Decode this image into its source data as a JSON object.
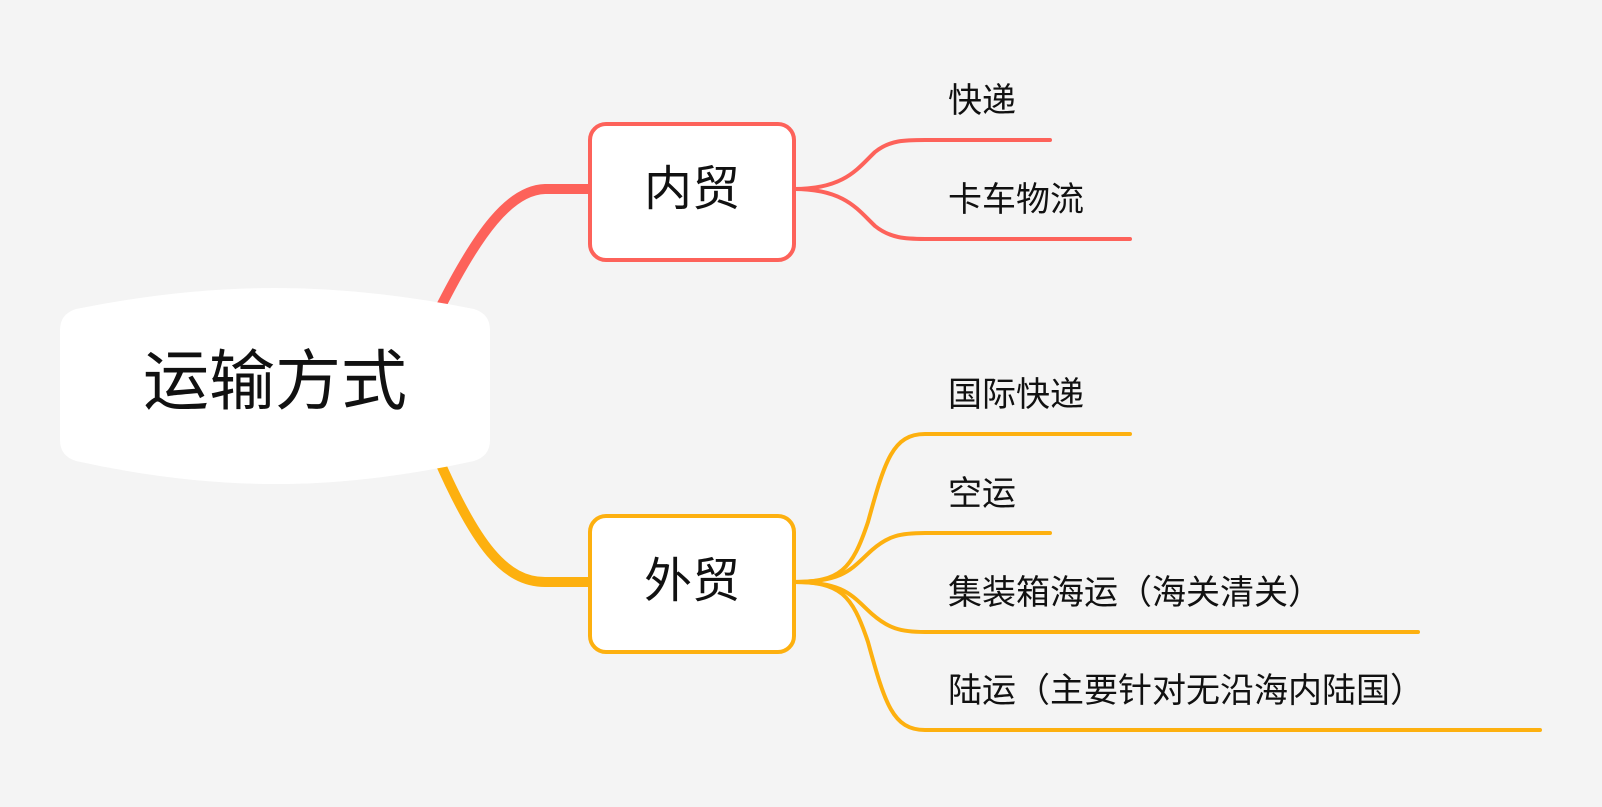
{
  "mindmap": {
    "root": {
      "label": "运输方式"
    },
    "branches": [
      {
        "label": "内贸",
        "color": "#fd625a",
        "children": [
          {
            "label": "快递"
          },
          {
            "label": "卡车物流"
          }
        ]
      },
      {
        "label": "外贸",
        "color": "#fdb00f",
        "children": [
          {
            "label": "国际快递"
          },
          {
            "label": "空运"
          },
          {
            "label": "集装箱海运（海关清关）"
          },
          {
            "label": "陆运（主要针对无沿海内陆国）"
          }
        ]
      }
    ],
    "background_color": "#f4f4f4"
  }
}
